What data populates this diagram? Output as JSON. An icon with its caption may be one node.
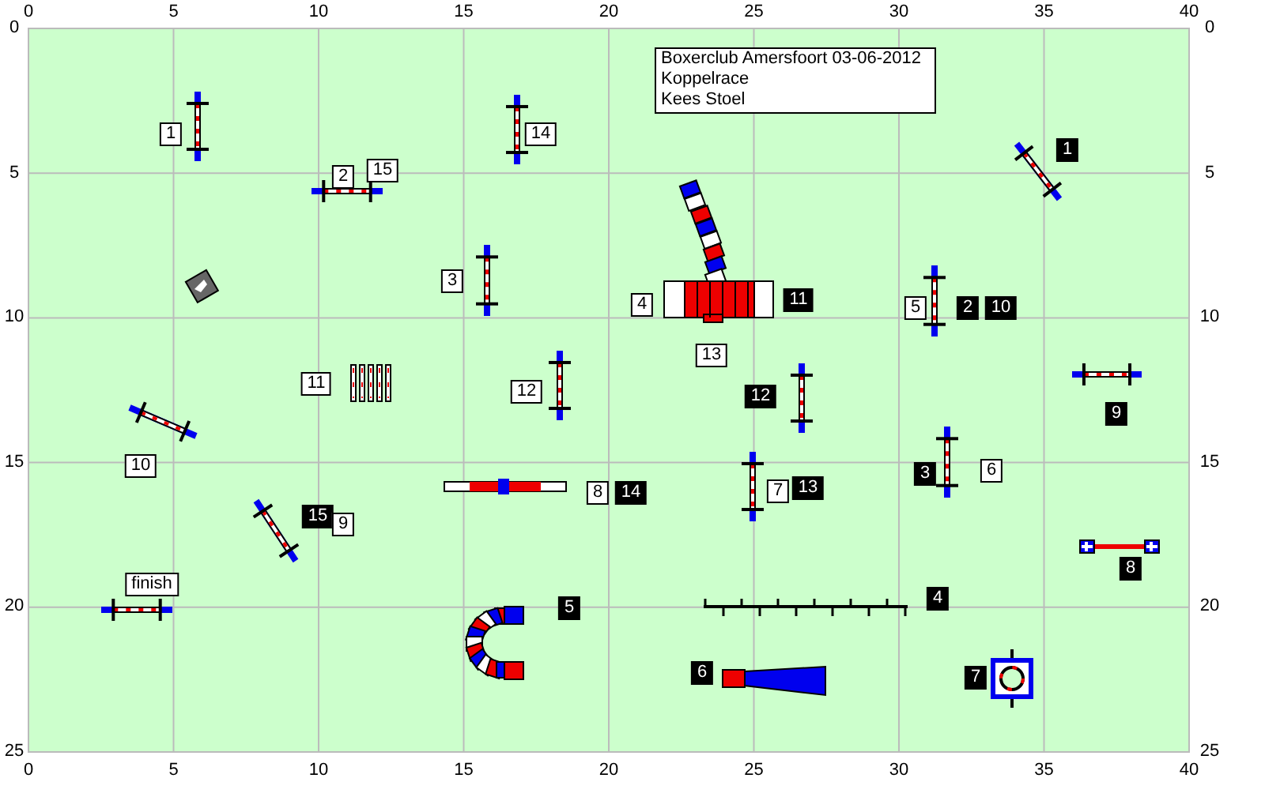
{
  "diagram": {
    "labels": [
      "0",
      "5",
      "10",
      "15",
      "20",
      "25",
      "30",
      "35",
      "40",
      "Boxerclub Amersfoort 03-06-2012",
      "Koppelrace",
      "Kees Stoel",
      "1",
      "14",
      "1",
      "2",
      "15",
      "3",
      "4",
      "11",
      "5",
      "2",
      "10",
      "11",
      "13",
      "12",
      "12",
      "9",
      "10",
      "3",
      "6",
      "8",
      "14",
      "7",
      "13",
      "15",
      "9",
      "8",
      "finish",
      "5",
      "4",
      "6",
      "7",
      "0",
      "5",
      "10",
      "15",
      "20",
      "25",
      "0",
      "5",
      "10",
      "15",
      "20",
      "25",
      "0",
      "5",
      "10",
      "15",
      "20",
      "25",
      "30",
      "35",
      "40"
    ]
  }
}
